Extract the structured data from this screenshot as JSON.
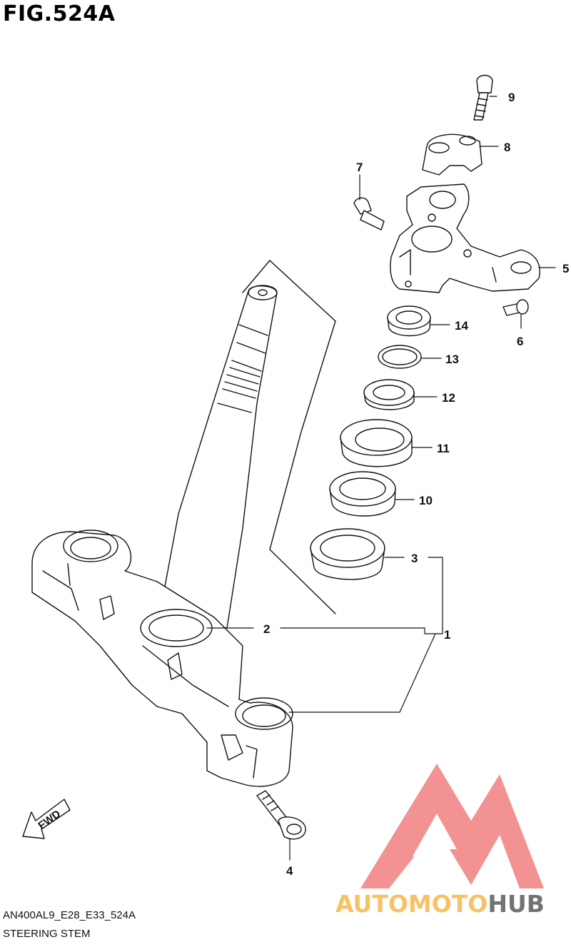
{
  "figure": {
    "title": "FIG.524A",
    "code": "AN400AL9_E28_E33_524A",
    "name": "STEERING STEM"
  },
  "callouts": [
    {
      "id": "1",
      "label": "1"
    },
    {
      "id": "2",
      "label": "2"
    },
    {
      "id": "3",
      "label": "3"
    },
    {
      "id": "4",
      "label": "4"
    },
    {
      "id": "5",
      "label": "5"
    },
    {
      "id": "6",
      "label": "6"
    },
    {
      "id": "7",
      "label": "7"
    },
    {
      "id": "8",
      "label": "8"
    },
    {
      "id": "9",
      "label": "9"
    },
    {
      "id": "10",
      "label": "10"
    },
    {
      "id": "11",
      "label": "11"
    },
    {
      "id": "12",
      "label": "12"
    },
    {
      "id": "13",
      "label": "13"
    },
    {
      "id": "14",
      "label": "14"
    }
  ],
  "fwd_arrow": {
    "label": "FWD"
  },
  "watermark": {
    "text_part1": "AUTOMOTO",
    "text_part2": "HUB",
    "colors": {
      "logo": "#f08080",
      "part1": "#f7b84a",
      "part2": "#5b5b5b"
    }
  }
}
